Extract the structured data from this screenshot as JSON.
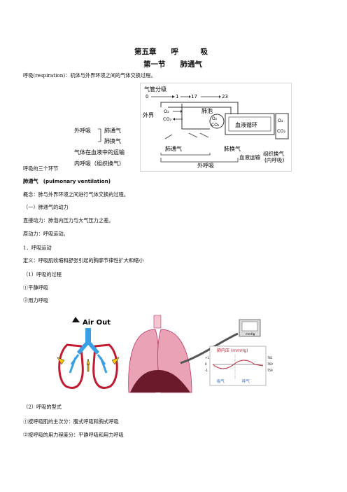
{
  "chapter_title": "第五章　　呼　　　吸",
  "section_title": "第一节　　肺通气",
  "intro": "呼吸(respiration)：机体与外界环境之间的气体交换过程。",
  "figure1": {
    "bronchial_label": "气管分级",
    "grade_0": "0",
    "grade_1": "1",
    "grade_17": "17",
    "grade_23": "23",
    "outside": "外界",
    "o2": "O₂",
    "co2": "CO₂",
    "alveolus": "肺泡",
    "circulation": "血液循环",
    "o2_right": "O₂",
    "co2_right": "CO₂",
    "lung_vent": "肺通气",
    "lung_exchange": "肺换气",
    "tissue_exchange": "组织换气",
    "internal_resp_paren": "(内呼吸)",
    "blood_transport": "血液运输",
    "external_resp": "外呼吸"
  },
  "figure2": {
    "external": "外呼吸",
    "lung_vent": "肺通气",
    "lung_exchange": "肺换气",
    "blood_transport": "气体在血液中的运输",
    "internal": "内呼吸（组织换气）"
  },
  "caption1": "呼吸的三个环节",
  "pv_heading": "肺通气　(pulmonary ventilation)",
  "lines": [
    "概念：肺与外界环境之间进行气体交换的过程。",
    "（一）肺通气的动力",
    "直接动力：肺泡内压力与大气压力之差。",
    "原动力：呼吸运动。",
    "1．呼吸运动",
    "定义：呼吸肌收缩和舒张引起的胸廓节律性扩大和缩小",
    "（1）呼吸的过程",
    "①平静呼吸",
    "②用力呼吸"
  ],
  "figure3": {
    "air_out": "Air Out",
    "gauge_label": "mmHg",
    "pressure_title": "肺内压 (mmHg)",
    "tick_761": "761",
    "tick_760": "760",
    "tick_759": "759",
    "inhale": "吸气",
    "exhale": "呼气",
    "left_p1": "+1",
    "left_0": "0",
    "left_m1": "-1"
  },
  "lines2": [
    "（2）呼吸的型式",
    "①按呼吸肌的主次分：腹式呼吸和胸式呼吸",
    "②按呼吸的用力程度分：平静呼吸和用力呼吸"
  ]
}
